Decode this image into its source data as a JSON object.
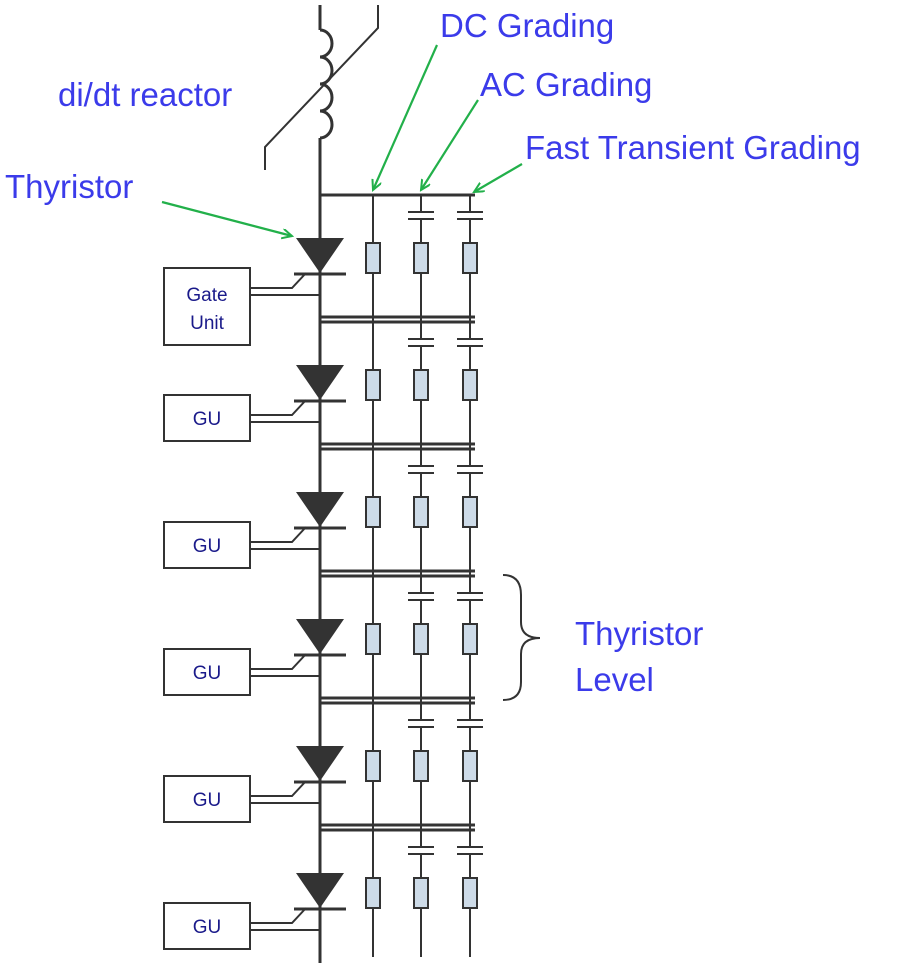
{
  "labels": {
    "dc_grading": "DC Grading",
    "ac_grading": "AC Grading",
    "fast_transient_grading": "Fast Transient Grading",
    "reactor": "di/dt reactor",
    "thyristor": "Thyristor",
    "thyristor_level_line1": "Thyristor",
    "thyristor_level_line2": "Level"
  },
  "gate_unit": {
    "line1": "Gate",
    "line2": "Unit"
  },
  "gu_label": "GU",
  "level_count": 6,
  "colors": {
    "label": "#3b3bea",
    "arrow": "#22b04a",
    "wire": "#333333",
    "resistor_fill": "#cddbe8",
    "gate_text": "#1a1a8a"
  }
}
